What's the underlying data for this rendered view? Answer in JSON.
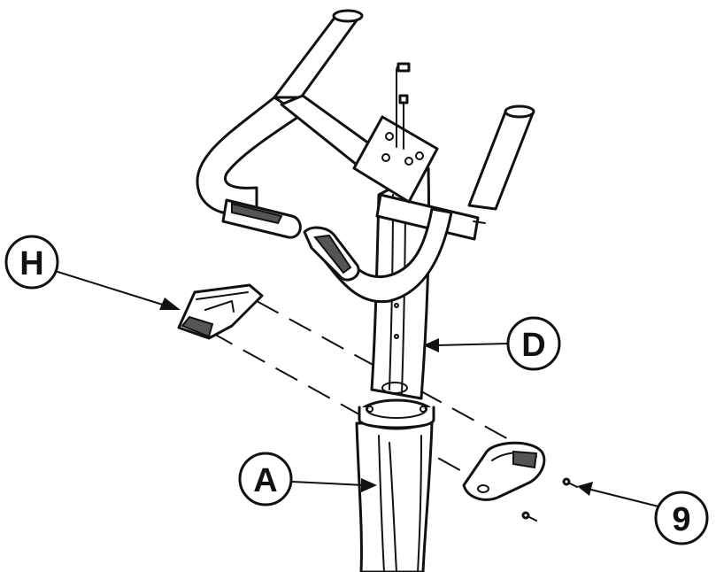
{
  "diagram": {
    "callouts": [
      {
        "id": "H",
        "label": "H"
      },
      {
        "id": "D",
        "label": "D"
      },
      {
        "id": "A",
        "label": "A"
      },
      {
        "id": "9",
        "label": "9"
      }
    ]
  },
  "colors": {
    "line": "#111111",
    "background": "#ffffff",
    "shade": "#555555"
  }
}
